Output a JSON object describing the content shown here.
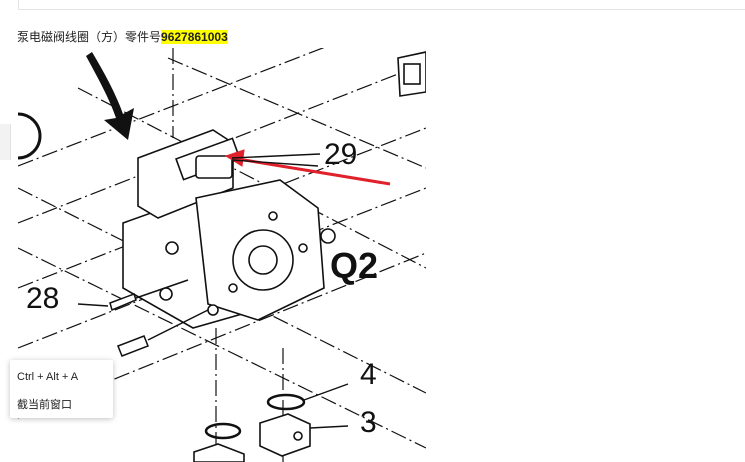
{
  "caption": {
    "text": "泵电磁阀线圈（方）零件号",
    "part_number": "9627861003",
    "highlight_color": "#ffff00"
  },
  "diagram": {
    "callouts": [
      "29",
      "Q2",
      "28",
      "4",
      "3"
    ],
    "arrow_color": "#e0202a"
  },
  "tooltip": {
    "shortcut": "Ctrl + Alt + A",
    "action": "截当前窗口"
  }
}
